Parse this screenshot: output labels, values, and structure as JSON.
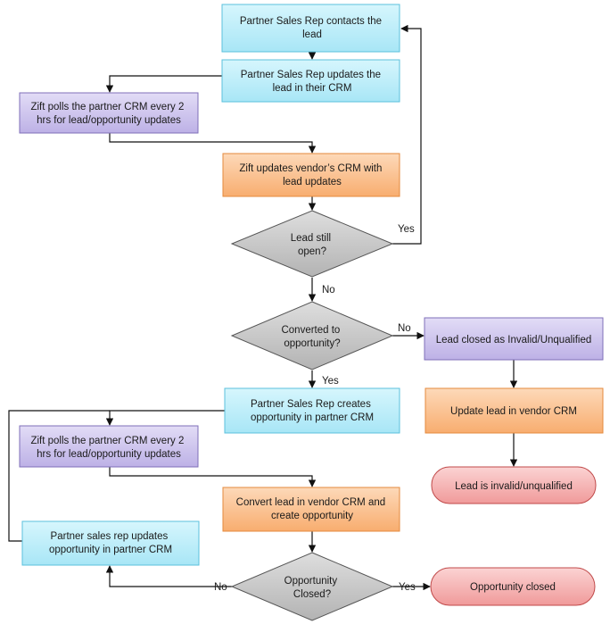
{
  "nodes": {
    "contact_lead": [
      "Partner Sales Rep contacts the",
      "lead"
    ],
    "update_lead_crm": [
      "Partner Sales Rep updates the",
      "lead in their CRM"
    ],
    "zift_polls_1": [
      "Zift polls the partner CRM every 2",
      "hrs for lead/opportunity updates"
    ],
    "zift_updates_vendor": [
      "Zift updates vendor’s CRM with",
      "lead updates"
    ],
    "lead_still_open": [
      "Lead still",
      "open?"
    ],
    "converted_to_opportunity": [
      "Converted to",
      "opportunity?"
    ],
    "lead_closed_invalid": [
      "Lead closed as Invalid/Unqualified"
    ],
    "update_lead_vendor_crm": [
      "Update lead in vendor CRM"
    ],
    "lead_is_invalid": [
      "Lead is invalid/unqualified"
    ],
    "rep_creates_opportunity": [
      "Partner Sales Rep creates",
      "opportunity in partner CRM"
    ],
    "zift_polls_2": [
      "Zift polls the partner CRM every 2",
      "hrs for lead/opportunity updates"
    ],
    "convert_lead_vendor": [
      "Convert lead in vendor CRM and",
      "create opportunity"
    ],
    "rep_updates_opportunity": [
      "Partner sales rep updates",
      "opportunity in partner CRM"
    ],
    "opportunity_closed_q": [
      "Opportunity",
      "Closed?"
    ],
    "opportunity_closed": [
      "Opportunity closed"
    ]
  },
  "edge_labels": {
    "open_yes": "Yes",
    "open_no": "No",
    "converted_no": "No",
    "converted_yes": "Yes",
    "closed_no": "No",
    "closed_yes": "Yes"
  },
  "colors": {
    "blue_fill": "#b3ecf9",
    "blue_stroke": "#5bc0dc",
    "purple_fill": "#ccc3ec",
    "purple_stroke": "#7f6fb8",
    "orange_fill": "#fbbf8e",
    "orange_stroke": "#e48a3d",
    "diamond_fill": "#c8c8c8",
    "diamond_stroke": "#555555",
    "terminal_fill": "#f7b3b3",
    "terminal_stroke": "#c04a4a",
    "line": "#111111"
  }
}
